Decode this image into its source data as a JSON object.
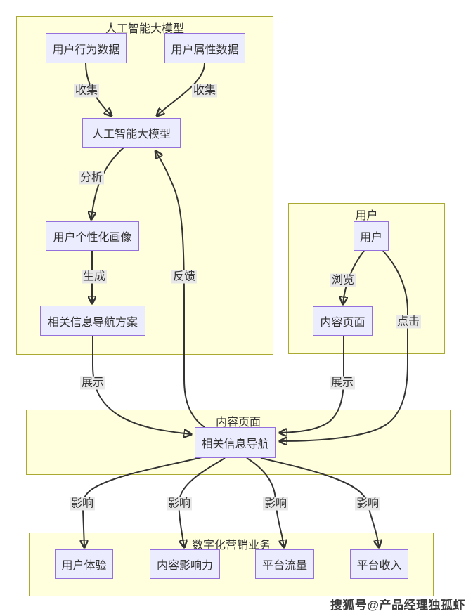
{
  "diagram_type": "flowchart",
  "colors": {
    "container_fill": "#ffffde",
    "container_border": "#aaaa33",
    "node_fill": "#ececff",
    "node_border": "#9370db",
    "edge_stroke": "#333333",
    "edge_label_bg": "#e8e8e8",
    "text": "#333333",
    "background": "#ffffff"
  },
  "containers": {
    "ai": {
      "title": "人工智能大模型"
    },
    "user": {
      "title": "用户"
    },
    "content": {
      "title": "内容页面"
    },
    "marketing": {
      "title": "数字化营销业务"
    }
  },
  "nodes": {
    "behavior_data": {
      "label": "用户行为数据"
    },
    "attribute_data": {
      "label": "用户属性数据"
    },
    "ai_model": {
      "label": "人工智能大模型"
    },
    "user_profile": {
      "label": "用户个性化画像"
    },
    "nav_plan": {
      "label": "相关信息导航方案"
    },
    "user": {
      "label": "用户"
    },
    "content_page": {
      "label": "内容页面"
    },
    "info_nav": {
      "label": "相关信息导航"
    },
    "user_experience": {
      "label": "用户体验"
    },
    "content_influence": {
      "label": "内容影响力"
    },
    "platform_traffic": {
      "label": "平台流量"
    },
    "platform_revenue": {
      "label": "平台收入"
    }
  },
  "edges": {
    "collect_1": {
      "label": "收集",
      "from": "用户行为数据",
      "to": "人工智能大模型"
    },
    "collect_2": {
      "label": "收集",
      "from": "用户属性数据",
      "to": "人工智能大模型"
    },
    "analyze": {
      "label": "分析",
      "from": "人工智能大模型",
      "to": "用户个性化画像"
    },
    "generate": {
      "label": "生成",
      "from": "用户个性化画像",
      "to": "相关信息导航方案"
    },
    "display_left": {
      "label": "展示",
      "from": "相关信息导航方案",
      "to": "相关信息导航"
    },
    "feedback": {
      "label": "反馈",
      "from": "相关信息导航",
      "to": "人工智能大模型"
    },
    "browse": {
      "label": "浏览",
      "from": "用户",
      "to": "内容页面"
    },
    "display_right": {
      "label": "展示",
      "from": "内容页面",
      "to": "相关信息导航"
    },
    "click": {
      "label": "点击",
      "from": "用户",
      "to": "相关信息导航"
    },
    "impact_1": {
      "label": "影响",
      "from": "相关信息导航",
      "to": "用户体验"
    },
    "impact_2": {
      "label": "影响",
      "from": "相关信息导航",
      "to": "内容影响力"
    },
    "impact_3": {
      "label": "影响",
      "from": "相关信息导航",
      "to": "平台流量"
    },
    "impact_4": {
      "label": "影响",
      "from": "相关信息导航",
      "to": "平台收入"
    }
  },
  "watermark": "搜狐号@产品经理独孤虾"
}
